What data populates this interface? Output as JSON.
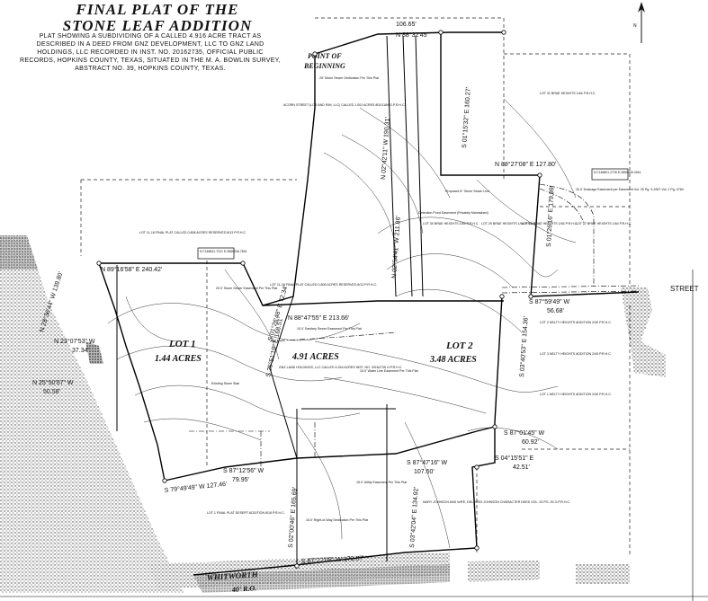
{
  "title": {
    "line1": "FINAL PLAT OF THE",
    "line2": "STONE LEAF ADDITION"
  },
  "description": "PLAT SHOWING A SUBDIVIDING OF A CALLED 4.916 ACRE TRACT AS DESCRIBED IN A DEED FROM GNZ DEVELOPMENT, LLC TO GNZ LAND HOLDINGS, LLC RECORDED IN INST. NO. 20162735, OFFICIAL PUBLIC RECORDS, HOPKINS COUNTY, TEXAS, SITUATED IN THE M. A. BOWLIN SURVEY, ABSTRACT NO. 39, HOPKINS COUNTY, TEXAS.",
  "lots": {
    "lot1_name": "LOT 1",
    "lot1_area": "1.44 ACRES",
    "lot2_name": "LOT 2",
    "lot2_area": "3.48 ACRES",
    "total_area": "4.91 ACRES"
  },
  "point_of_beginning": [
    "POINT OF",
    "BEGINNING"
  ],
  "streets": {
    "south": "WHITWORTH",
    "south_row": "40' R.O.",
    "east": "STREET"
  },
  "bearings": {
    "top_dist": "106.65'",
    "top_bearing": "N 88°32'45\"",
    "north_line_1": "N 02°42'11\" W 190.31'",
    "north_line_2": "S 01°15'32\" E 160.27'",
    "mid_east_1": "N 88°27'08\" E 127.80'",
    "east_1": "S 01°26'16\" E 179.99'",
    "east_2": "S 87°59'49\" W",
    "east_2_dist": "56.68'",
    "east_3": "S 03°40'53\" E 154.36'",
    "west_1": "N 89°16'58\" E 240.42'",
    "west_2": "S 01°26'48\" E 72.34'",
    "center_1": "N 88°47'55\" E 213.66'",
    "center_2": "S 25°51'19\" E 168.51'",
    "center_3": "N 02°54'41\" W 211.86'",
    "left_1": "N 23°07'53\" W",
    "left_1_dist": "37.34'",
    "left_2": "N 25°50'07\" W",
    "left_2_dist": "50.58'",
    "left_3": "N 28°36'44\" W 139.80'",
    "south_1": "S 79°49'49\" W 127.46'",
    "south_2": "S 87°12'56\" W",
    "south_2_dist": "79.95'",
    "south_3": "S 87°47'16\" W",
    "south_3_dist": "107.60'",
    "south_4": "S 87°01'45\" W",
    "south_4_dist": "60.92'",
    "south_5": "S 04°15'51\" E",
    "south_5_dist": "42.51'",
    "south_6": "S 03°42'04\" E 134.92'",
    "south_7": "S 02°00'46\" E 165.69'",
    "south_8": "S 87°22'08\" W 173.87'"
  },
  "notes": {
    "lot11_18": "LOT 11-18 FINAL PLAT CALLED 0.808 ACRES RESERVED 8/13 P.R.H.C.",
    "lot11_18b": "LOT 11-18 FINAL PLAT CALLED 0.808 ACRES RESERVED 8/13 P.R.H.C.",
    "gnz": "GNZ LAND HOLDINGS, LLC CALLED 4.916 ACRES INST. NO. 20162735 O.P.R.H.C.",
    "sewer_1": "10.0' Sanitary Sewer Easement Per This Plat",
    "sewer_2": "20.0' Storm Sewer Easement Per This Plat",
    "water_1": "15.0' Water Line Easement Per This Plat",
    "util_1": "15.0' Utility Easement Per This Plat",
    "storm_prop": "Proposed 8\" Storm Sewer Line",
    "detention": "Detention Pond Easement (Privately Maintained)",
    "lot1_final": "LOT 1 FINAL PLAT DESERT ADDITION 8/18 P.R.H.C.",
    "existing": "Existing Stone Slab",
    "lot31": "LOT 31 BRAE HEIGHTS 1/64 P.R.H.C.",
    "lot30": "LOT 30 BRAE HEIGHTS 1/64 P.R.H.C.",
    "lot29": "LOT 29 BRAE HEIGHTS 1/64 P.R.H.C.",
    "lot28": "LOT 28 BRAE HEIGHTS 1/64 P.R.H.C.",
    "lot27": "LOT 27 BRAE HEIGHTS 1/64 P.R.H.C.",
    "drainage": "20.0' Drainage Easement per Easement Vol. 25 Pg. 9-1957 Vol. 2 Pg. 3784",
    "lot3_right": "LOT 3 NELTY HEIGHTS ADDITION 2/40 P.R.H.C.",
    "lot2_right": "LOT 2 NELTY HEIGHTS ADDITION 2/40 P.R.H.C.",
    "lot1_right": "LOT 1 NELTY HEIGHTS ADDITION 2/40 P.R.H.C.",
    "row_note": "15.0' Right-of-Way Dedication Per This Plat",
    "mary": "MARY JOHNSON AND WIFE, DELORES JOHNSON CHARACTER DEED VOL. 00 PG. 00 O.P.R.H.C.",
    "acorn": "ACORN STREET (LOS AND RIM, LLC) CALLED 1.001 ACRES 802/1189 O.P.R.H.C.",
    "sewer_pb": "25' Storm Sewer Dedication Per This Plat",
    "callout1": "N:7146831.7221 E:2859249.7831",
    "callout2": "N:7146801.2739 E:2859449.4941"
  }
}
